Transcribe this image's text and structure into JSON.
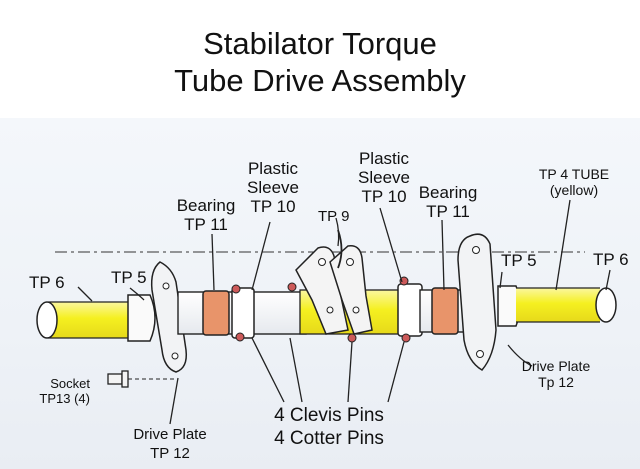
{
  "title": {
    "line1": "Stabilator Torque",
    "line2": "Tube Drive Assembly"
  },
  "labels": {
    "tp6_left": "TP 6",
    "tp5_left": "TP 5",
    "bearing_left_1": "Bearing",
    "bearing_left_2": "TP 11",
    "sleeve_left_1": "Plastic",
    "sleeve_left_2": "Sleeve",
    "sleeve_left_3": "TP 10",
    "tp9": "TP 9",
    "sleeve_right_1": "Plastic",
    "sleeve_right_2": "Sleeve",
    "sleeve_right_3": "TP 10",
    "bearing_right_1": "Bearing",
    "bearing_right_2": "TP 11",
    "tube_1": "TP 4 TUBE",
    "tube_2": "(yellow)",
    "tp5_right": "TP 5",
    "tp6_right": "TP 6",
    "socket_1": "Socket",
    "socket_2": "TP13 (4)",
    "drive_left_1": "Drive Plate",
    "drive_left_2": "TP 12",
    "drive_right_1": "Drive Plate",
    "drive_right_2": "Tp 12",
    "pins_1": "4 Clevis Pins",
    "pins_2": "4 Cotter Pins"
  },
  "colors": {
    "tube_yellow": "#f5f020",
    "bearing_orange": "#e8946a",
    "outline": "#222222",
    "background": "#eef2f7"
  }
}
